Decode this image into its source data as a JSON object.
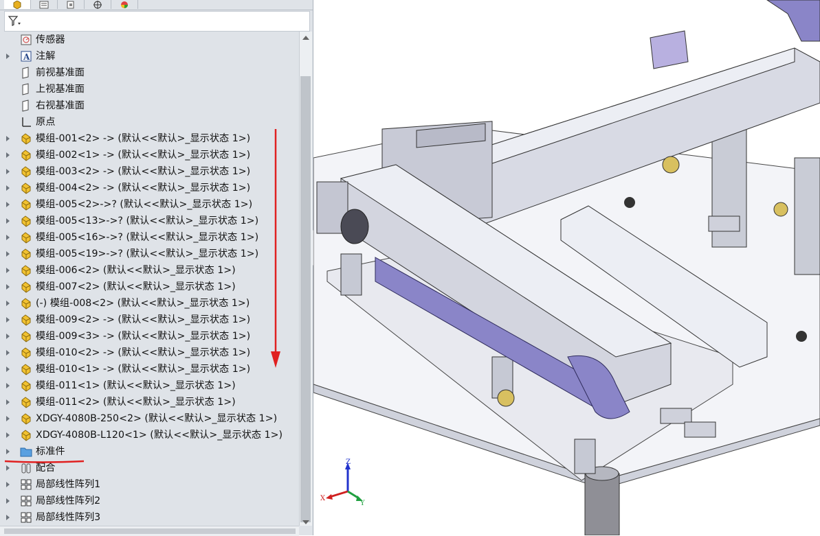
{
  "tree": {
    "items": [
      {
        "label": "传感器",
        "icon": "sensor-icon",
        "expandable": false
      },
      {
        "label": "注解",
        "icon": "annotation-icon",
        "expandable": true
      },
      {
        "label": "前视基准面",
        "icon": "plane-icon",
        "expandable": false
      },
      {
        "label": "上视基准面",
        "icon": "plane-icon",
        "expandable": false
      },
      {
        "label": "右视基准面",
        "icon": "plane-icon",
        "expandable": false
      },
      {
        "label": "原点",
        "icon": "origin-icon",
        "expandable": false
      },
      {
        "label": "模组-001<2> -> (默认<<默认>_显示状态 1>)",
        "icon": "assembly-icon",
        "expandable": true
      },
      {
        "label": "模组-002<1> -> (默认<<默认>_显示状态 1>)",
        "icon": "assembly-icon",
        "expandable": true
      },
      {
        "label": "模组-003<2> -> (默认<<默认>_显示状态 1>)",
        "icon": "assembly-icon",
        "expandable": true
      },
      {
        "label": "模组-004<2> -> (默认<<默认>_显示状态 1>)",
        "icon": "assembly-icon",
        "expandable": true
      },
      {
        "label": "模组-005<2>->? (默认<<默认>_显示状态 1>)",
        "icon": "assembly-icon",
        "expandable": true
      },
      {
        "label": "模组-005<13>->? (默认<<默认>_显示状态 1>)",
        "icon": "assembly-icon",
        "expandable": true
      },
      {
        "label": "模组-005<16>->? (默认<<默认>_显示状态 1>)",
        "icon": "assembly-icon",
        "expandable": true
      },
      {
        "label": "模组-005<19>->? (默认<<默认>_显示状态 1>)",
        "icon": "assembly-icon",
        "expandable": true
      },
      {
        "label": "模组-006<2> (默认<<默认>_显示状态 1>)",
        "icon": "assembly-icon",
        "expandable": true
      },
      {
        "label": "模组-007<2> (默认<<默认>_显示状态 1>)",
        "icon": "assembly-icon",
        "expandable": true
      },
      {
        "label": "(-) 模组-008<2> (默认<<默认>_显示状态 1>)",
        "icon": "assembly-icon",
        "expandable": true
      },
      {
        "label": "模组-009<2> -> (默认<<默认>_显示状态 1>)",
        "icon": "assembly-icon",
        "expandable": true
      },
      {
        "label": "模组-009<3> -> (默认<<默认>_显示状态 1>)",
        "icon": "assembly-icon",
        "expandable": true
      },
      {
        "label": "模组-010<2> -> (默认<<默认>_显示状态 1>)",
        "icon": "assembly-icon",
        "expandable": true
      },
      {
        "label": "模组-010<1> -> (默认<<默认>_显示状态 1>)",
        "icon": "assembly-icon",
        "expandable": true
      },
      {
        "label": "模组-011<1> (默认<<默认>_显示状态 1>)",
        "icon": "assembly-icon",
        "expandable": true
      },
      {
        "label": "模组-011<2> (默认<<默认>_显示状态 1>)",
        "icon": "assembly-icon",
        "expandable": true
      },
      {
        "label": "XDGY-4080B-250<2> (默认<<默认>_显示状态 1>)",
        "icon": "assembly-icon",
        "expandable": true
      },
      {
        "label": "XDGY-4080B-L120<1> (默认<<默认>_显示状态 1>)",
        "icon": "assembly-icon",
        "expandable": true
      },
      {
        "label": "标准件",
        "icon": "folder-icon",
        "expandable": true
      },
      {
        "label": "配合",
        "icon": "mates-icon",
        "expandable": true
      },
      {
        "label": "局部线性阵列1",
        "icon": "pattern-icon",
        "expandable": true
      },
      {
        "label": "局部线性阵列2",
        "icon": "pattern-icon",
        "expandable": true
      },
      {
        "label": "局部线性阵列3",
        "icon": "pattern-icon",
        "expandable": true
      }
    ]
  },
  "tabs": [
    {
      "icon": "feature-manager-icon",
      "active": true
    },
    {
      "icon": "property-manager-icon",
      "active": false
    },
    {
      "icon": "configuration-manager-icon",
      "active": false
    },
    {
      "icon": "dimxpert-icon",
      "active": false
    },
    {
      "icon": "display-manager-icon",
      "active": false
    }
  ],
  "filter": {
    "icon": "filter-icon"
  },
  "triad": {
    "x": "X",
    "y": "Y",
    "z": "Z"
  },
  "colors": {
    "annotation_arrow": "#e02020",
    "panel_bg": "#dfe3e8",
    "part_purple": "#8a85c8",
    "steel": "#c9ccd6"
  }
}
